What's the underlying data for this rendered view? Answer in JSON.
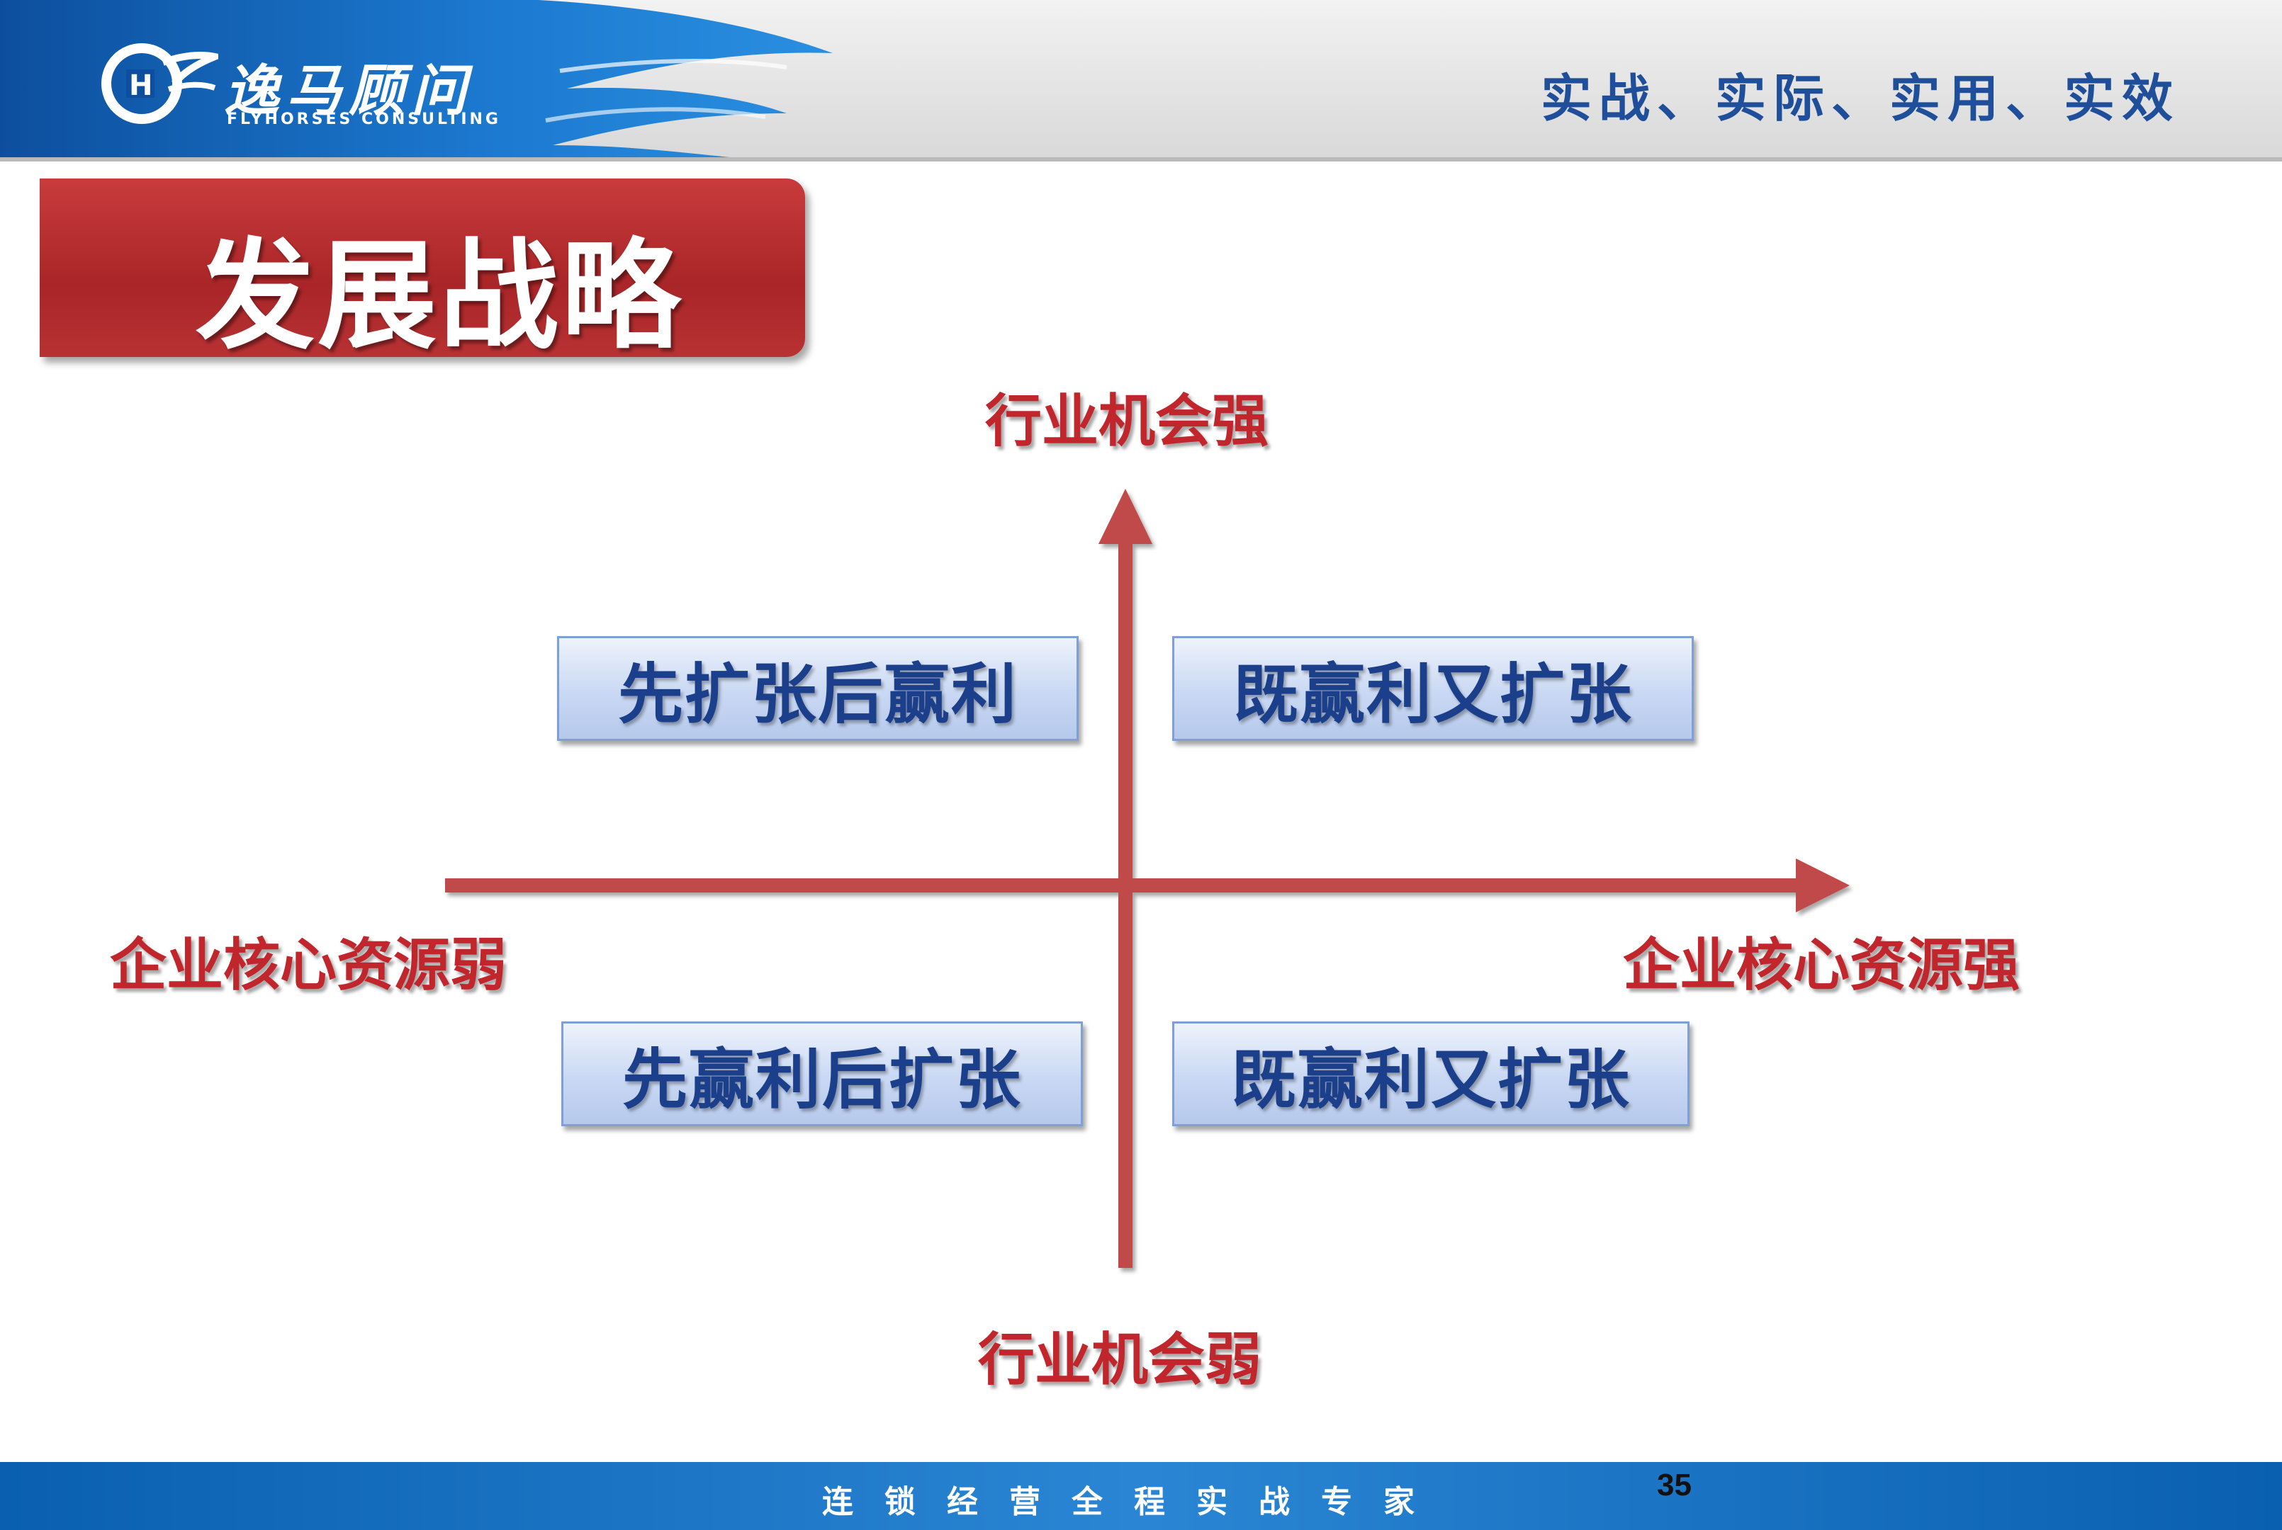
{
  "header": {
    "logo_text": "逸马顾问",
    "logo_subtext": "FLYHORSES CONSULTING",
    "slogan": "实战、实际、实用、实效"
  },
  "title": "发展战略",
  "diagram": {
    "axis_top": "行业机会强",
    "axis_bottom": "行业机会弱",
    "axis_left": "企业核心资源弱",
    "axis_right": "企业核心资源强",
    "quadrants": {
      "top_left": "先扩张后赢利",
      "top_right": "既赢利又扩张",
      "bottom_left": "先赢利后扩张",
      "bottom_right": "既赢利又扩张"
    }
  },
  "footer": {
    "text": "连锁经营全程实战专家",
    "page_number": "35"
  },
  "colors": {
    "axis_red": "#c0484a",
    "label_red": "#c0262b",
    "box_text_blue": "#1c3f8c",
    "brand_blue": "#0a5fb0"
  }
}
